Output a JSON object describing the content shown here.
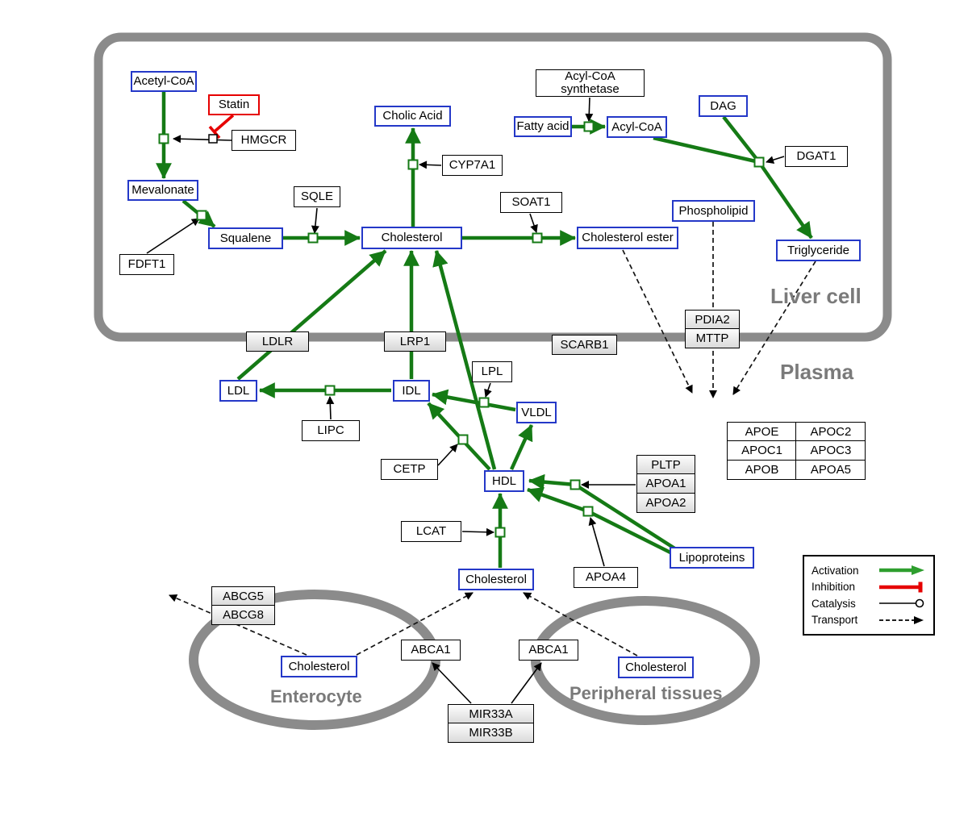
{
  "regions": {
    "liver_cell": "Liver cell",
    "plasma": "Plasma",
    "enterocyte": "Enterocyte",
    "peripheral_tissues": "Peripheral tissues"
  },
  "nodes": {
    "acetyl_coa": "Acetyl-CoA",
    "statin": "Statin",
    "hmgcr": "HMGCR",
    "mevalonate": "Mevalonate",
    "fdft1": "FDFT1",
    "squalene": "Squalene",
    "sqle": "SQLE",
    "cholic_acid": "Cholic Acid",
    "cyp7a1": "CYP7A1",
    "cholesterol_liver": "Cholesterol",
    "soat1": "SOAT1",
    "cholesterol_ester": "Cholesterol ester",
    "acyl_coa_synthetase": "Acyl-CoA synthetase",
    "fatty_acid": "Fatty acid",
    "acyl_coa": "Acyl-CoA",
    "dag": "DAG",
    "dgat1": "DGAT1",
    "phospholipid": "Phospholipid",
    "triglyceride": "Triglyceride",
    "ldlr": "LDLR",
    "lrp1": "LRP1",
    "scarb1": "SCARB1",
    "ldl": "LDL",
    "idl": "IDL",
    "lipc": "LIPC",
    "lpl": "LPL",
    "vldl": "VLDL",
    "cetp": "CETP",
    "hdl": "HDL",
    "lcat": "LCAT",
    "apoa4": "APOA4",
    "lipoproteins": "Lipoproteins",
    "cholesterol_plasma": "Cholesterol",
    "cholesterol_enterocyte": "Cholesterol",
    "cholesterol_peripheral": "Cholesterol",
    "abca1_left": "ABCA1",
    "abca1_right": "ABCA1"
  },
  "stacks": {
    "pdia2_mttp": [
      "PDIA2",
      "MTTP"
    ],
    "abcg": [
      "ABCG5",
      "ABCG8"
    ],
    "pltp_apoa": [
      "PLTP",
      "APOA1",
      "APOA2"
    ],
    "mir33": [
      "MIR33A",
      "MIR33B"
    ]
  },
  "apolipoprotein_table": [
    [
      "APOE",
      "APOC2"
    ],
    [
      "APOC1",
      "APOC3"
    ],
    [
      "APOB",
      "APOA5"
    ]
  ],
  "legend": {
    "activation": "Activation",
    "inhibition": "Inhibition",
    "catalysis": "Catalysis",
    "transport": "Transport"
  },
  "colors": {
    "activation_green": "#157a15",
    "inhibition_red": "#e60000",
    "metabolite_border_blue": "#2438c8",
    "membrane_gray": "#8b8b8b"
  }
}
